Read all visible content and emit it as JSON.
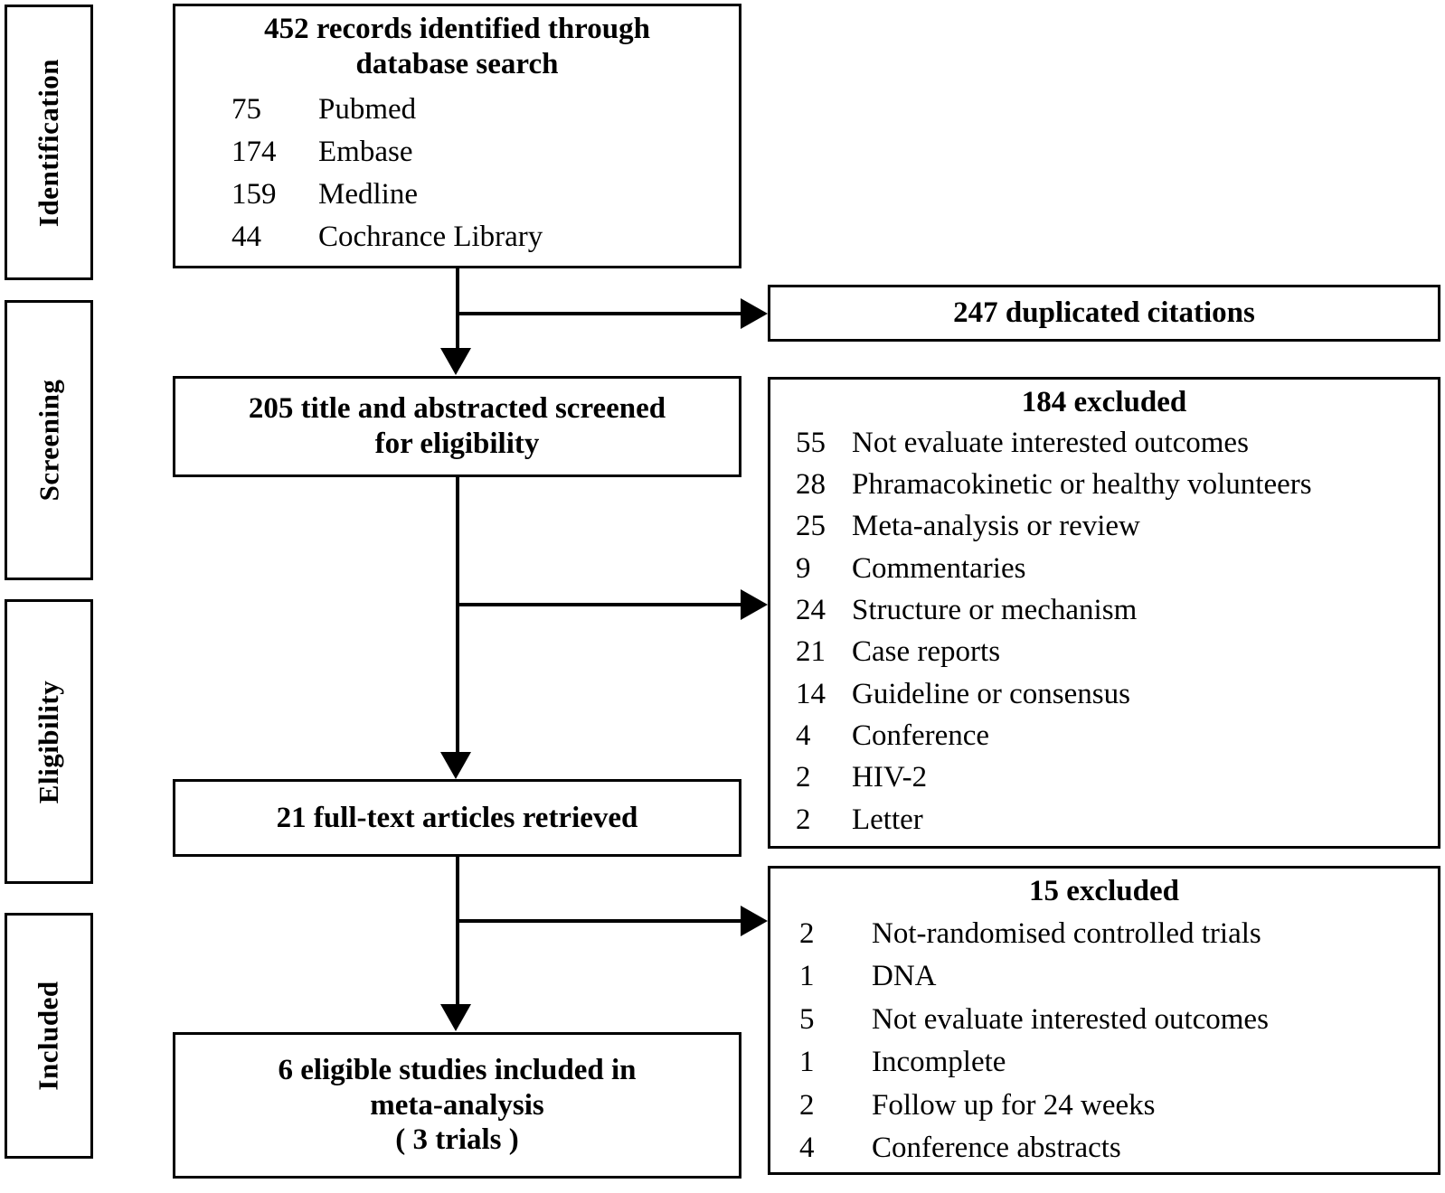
{
  "diagram": {
    "title": "PRISMA study selection flow diagram",
    "stages": [
      {
        "id": "identification",
        "label": "Identification"
      },
      {
        "id": "screening",
        "label": "Screening"
      },
      {
        "id": "eligibility",
        "label": "Eligibility"
      },
      {
        "id": "included",
        "label": "Included"
      }
    ],
    "boxes": {
      "identified": {
        "heading": "452 records identified through\ndatabase search",
        "sources": [
          {
            "count": "75",
            "name": "Pubmed"
          },
          {
            "count": "174",
            "name": "Embase"
          },
          {
            "count": "159",
            "name": "Medline"
          },
          {
            "count": "44",
            "name": "Cochrance Library"
          }
        ]
      },
      "duplicates": {
        "heading": "247 duplicated citations"
      },
      "screened": {
        "heading": "205 title and abstracted screened\nfor eligibility"
      },
      "excluded_184": {
        "heading": "184  excluded",
        "reasons": [
          {
            "count": "55",
            "reason": "Not evaluate interested outcomes"
          },
          {
            "count": "28",
            "reason": "Phramacokinetic or healthy volunteers"
          },
          {
            "count": "25",
            "reason": "Meta-analysis or review"
          },
          {
            "count": "9",
            "reason": "Commentaries"
          },
          {
            "count": "24",
            "reason": "Structure or mechanism"
          },
          {
            "count": "21",
            "reason": "Case reports"
          },
          {
            "count": "14",
            "reason": "Guideline or consensus"
          },
          {
            "count": "4",
            "reason": "Conference"
          },
          {
            "count": "2",
            "reason": "HIV-2"
          },
          {
            "count": "2",
            "reason": "Letter"
          }
        ]
      },
      "fulltext": {
        "heading": "21 full-text articles retrieved"
      },
      "excluded_15": {
        "heading": "15  excluded",
        "reasons": [
          {
            "count": "2",
            "reason": "Not-randomised controlled trials"
          },
          {
            "count": "1",
            "reason": "DNA"
          },
          {
            "count": "5",
            "reason": "Not evaluate interested outcomes"
          },
          {
            "count": "1",
            "reason": "Incomplete"
          },
          {
            "count": "2",
            "reason": "Follow up for 24 weeks"
          },
          {
            "count": "4",
            "reason": "Conference abstracts"
          }
        ]
      },
      "included": {
        "heading": "6 eligible studies included in\nmeta-analysis\n( 3 trials )"
      }
    },
    "colors": {
      "line": "#000000",
      "background": "#ffffff",
      "text": "#000000"
    }
  }
}
